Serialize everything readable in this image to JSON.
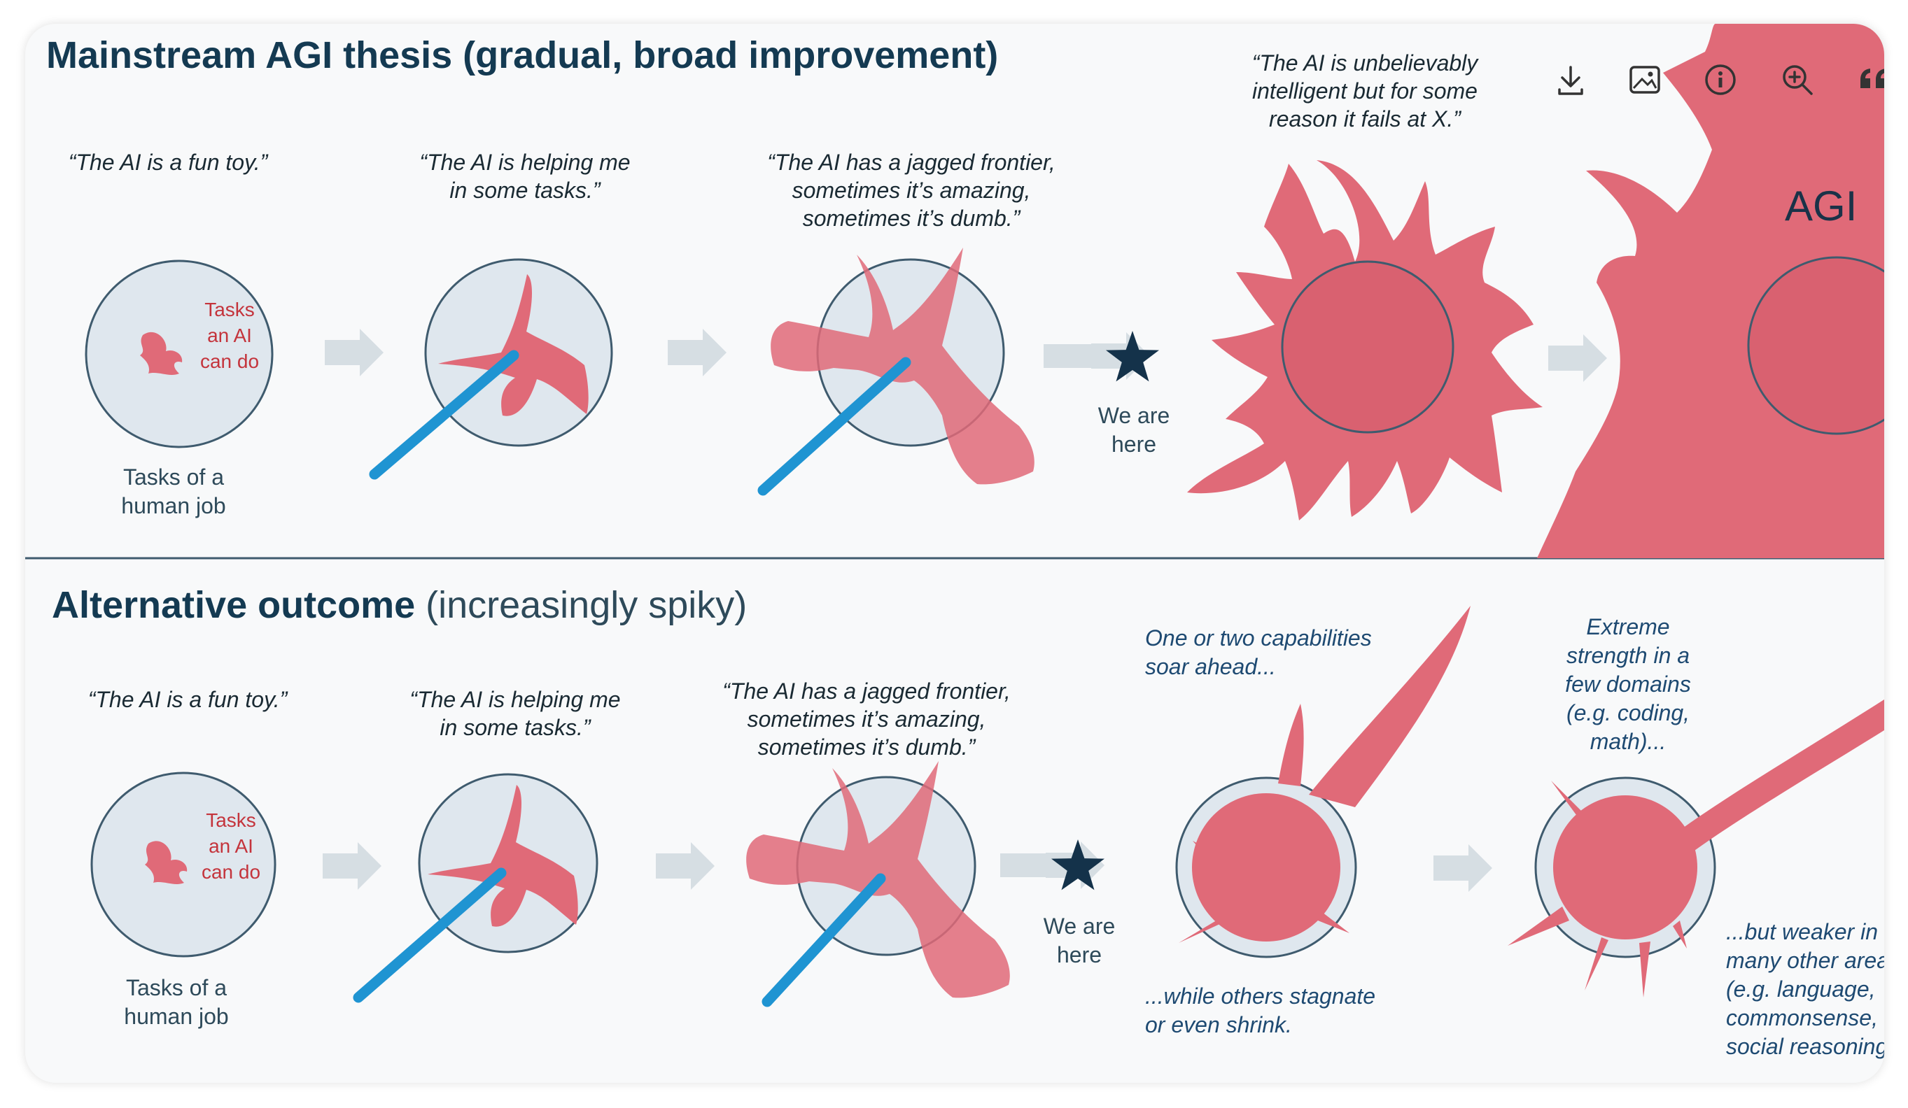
{
  "top": {
    "title": "Mainstream AGI thesis (gradual, broad improvement)",
    "quote_1": "“The AI is a fun toy.”",
    "quote_2": "“The AI is helping me\nin some tasks.”",
    "quote_3": "“The AI has a jagged frontier,\nsometimes it’s amazing,\nsometimes it’s dumb.”",
    "quote_4": "“The AI is unbelievably\nintelligent but for some\nreason it fails at X.”",
    "tasks_label": "Tasks\nan AI\ncan do",
    "human_job_label": "Tasks of a\nhuman job",
    "we_are_here": "We are\nhere",
    "agi_label": "AGI"
  },
  "bottom": {
    "title_bold": "Alternative outcome",
    "title_rest": " (increasingly spiky)",
    "quote_1": "“The AI is a fun toy.”",
    "quote_2": "“The AI is helping me\nin some tasks.”",
    "quote_3": "“The AI has a jagged frontier,\nsometimes it’s amazing,\nsometimes it’s dumb.”",
    "tasks_label": "Tasks\nan AI\ncan do",
    "human_job_label": "Tasks of a\nhuman job",
    "we_are_here": "We are\nhere",
    "note_soar": "One or two capabilities\nsoar ahead...",
    "note_stagnate": "...while others stagnate\nor even shrink.",
    "note_extreme": "Extreme\nstrength in a\nfew domains\n(e.g. coding,\nmath)...",
    "note_weaker": "...but weaker in\nmany other area\n(e.g. language,\ncommonsense,\nsocial reasoning"
  },
  "toolbar": {
    "icons": [
      "download-icon",
      "image-icon",
      "info-icon",
      "zoom-in-icon",
      "quote-icon",
      "chevron-right-icon"
    ]
  },
  "colors": {
    "circle_fill": "#dfe7ee",
    "circle_stroke": "#3f5b6e",
    "blob": "#e06a78",
    "pointer": "#1f94d2",
    "arrow": "#d6dee3",
    "star": "#14324a",
    "divider": "#3f5b6e"
  }
}
